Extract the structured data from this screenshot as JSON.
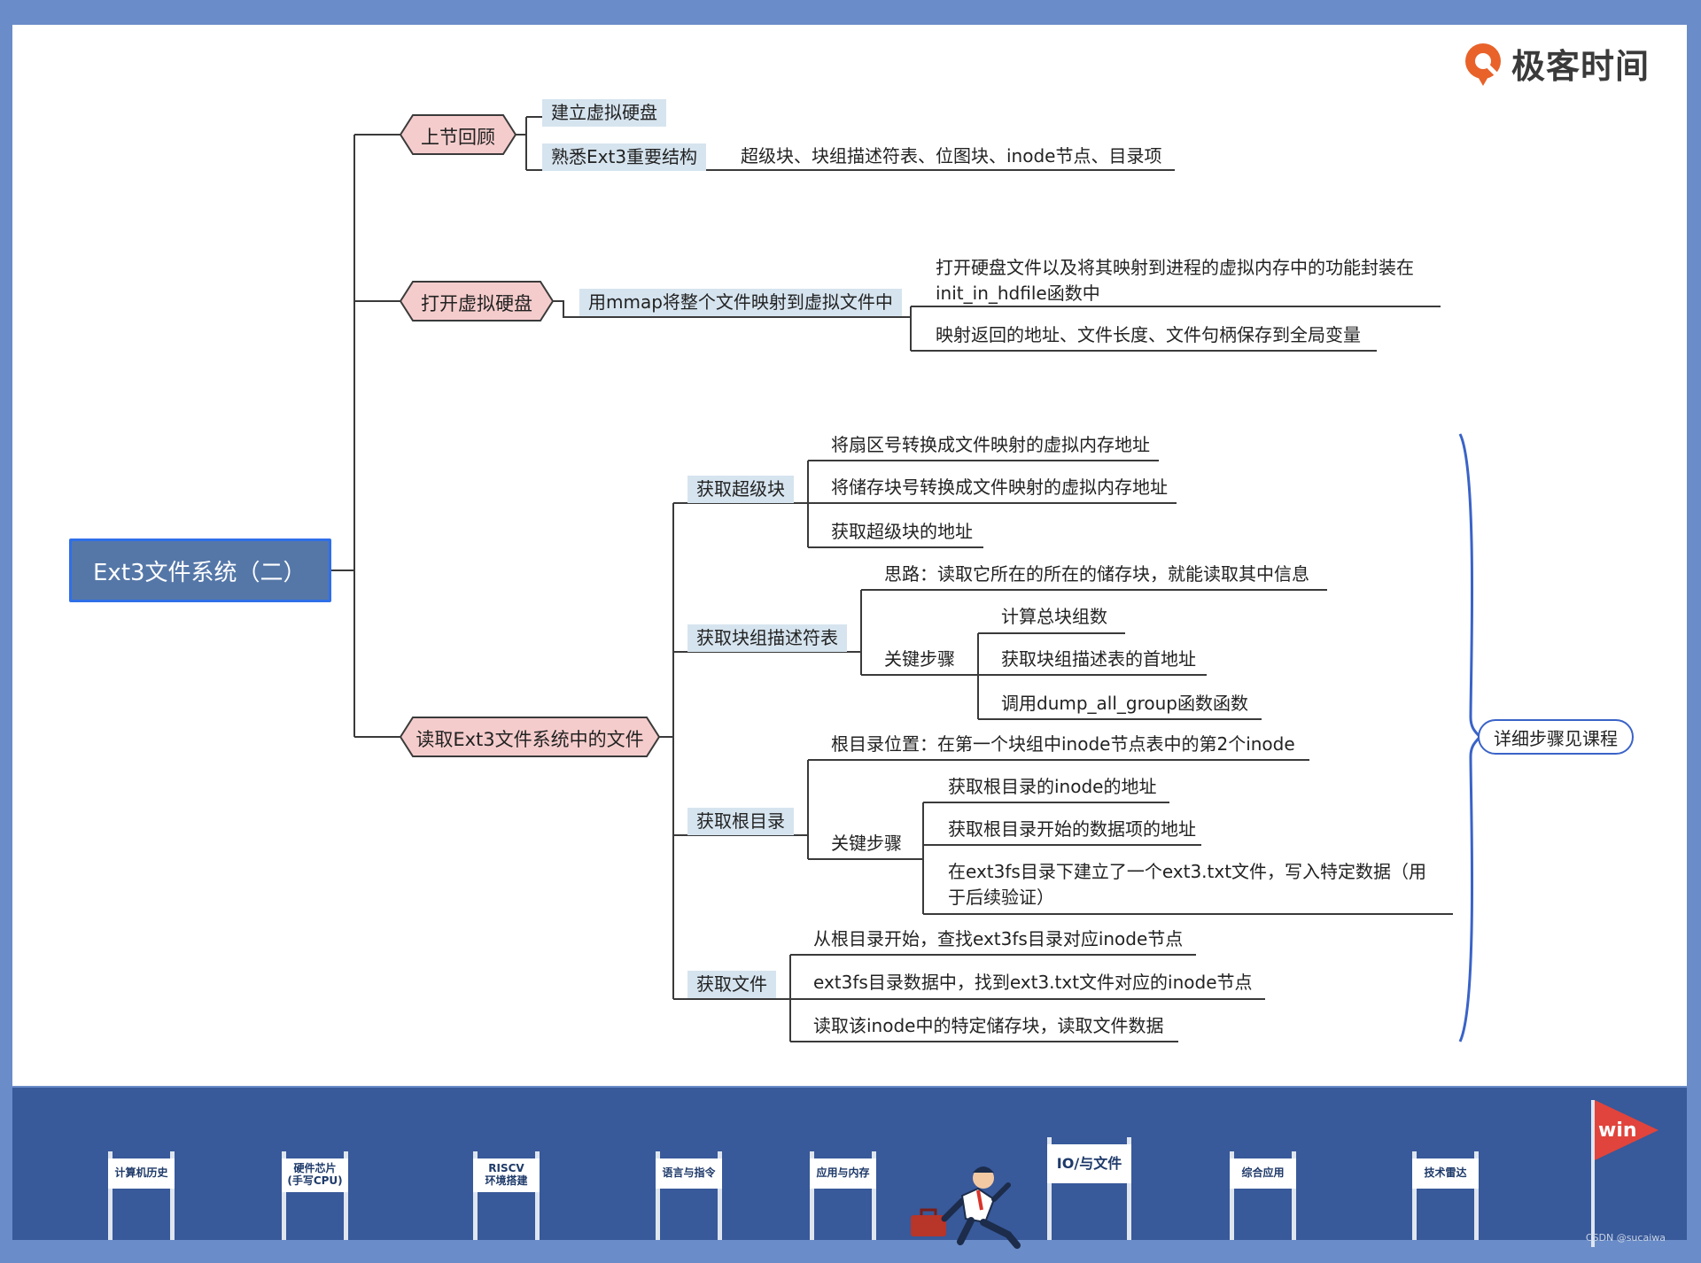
{
  "brand": {
    "name": "极客时间"
  },
  "root": {
    "label": "Ext3文件系统（二）"
  },
  "branches": {
    "review": {
      "label": "上节回顾",
      "items": [
        "建立虚拟硬盘",
        "熟悉Ext3重要结构"
      ],
      "detail": "超级块、块组描述符表、位图块、inode节点、目录项"
    },
    "open_disk": {
      "label": "打开虚拟硬盘",
      "method": "用mmap将整个文件映射到虚拟文件中",
      "details": [
        "打开硬盘文件以及将其映射到进程的虚拟内存中的功能封装在",
        "init_in_hdfile函数中",
        "映射返回的地址、文件长度、文件句柄保存到全局变量"
      ]
    },
    "read_file": {
      "label": "读取Ext3文件系统中的文件",
      "superblock": {
        "label": "获取超级块",
        "items": [
          "将扇区号转换成文件映射的虚拟内存地址",
          "将储存块号转换成文件映射的虚拟内存地址",
          "获取超级块的地址"
        ]
      },
      "group_desc": {
        "label": "获取块组描述符表",
        "idea": "思路：读取它所在的所在的储存块，就能读取其中信息",
        "steps_label": "关键步骤",
        "steps": [
          "计算总块组数",
          "获取块组描述表的首地址",
          "调用dump_all_group函数函数"
        ]
      },
      "root_dir": {
        "label": "获取根目录",
        "position": "根目录位置：在第一个块组中inode节点表中的第2个inode",
        "steps_label": "关键步骤",
        "steps": [
          "获取根目录的inode的地址",
          "获取根目录开始的数据项的地址",
          "在ext3fs目录下建立了一个ext3.txt文件，写入特定数据（用",
          "于后续验证）"
        ]
      },
      "file": {
        "label": "获取文件",
        "items": [
          "从根目录开始，查找ext3fs目录对应inode节点",
          "ext3fs目录数据中，找到ext3.txt文件对应的inode节点",
          "读取该inode中的特定储存块，读取文件数据"
        ]
      }
    }
  },
  "note": {
    "label": "详细步骤见课程"
  },
  "banner": {
    "gates": [
      "计算机历史",
      "硬件芯片",
      "(手写CPU)",
      "RISCV",
      "环境搭建",
      "语言与指令",
      "应用与内存",
      "IO/与文件",
      "综合应用",
      "技术雷达"
    ],
    "flag": "win",
    "credit": "CSDN @sucaiwa"
  },
  "colors": {
    "frame": "#6a8cc8",
    "root_fill": "#5577a8",
    "root_border": "#2f6fe8",
    "hex_fill": "#f5cccc",
    "label_box": "#d6e4ef",
    "banner": "#38599a",
    "accent": "#e8622a"
  }
}
